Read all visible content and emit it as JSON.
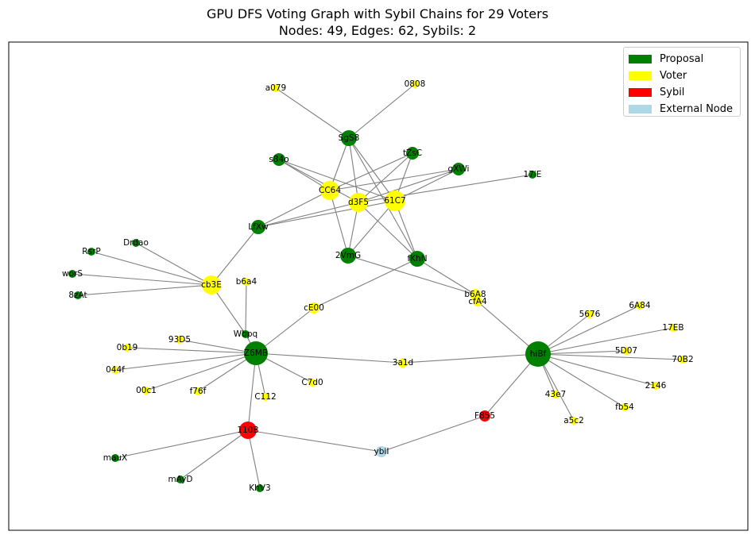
{
  "title": "GPU DFS Voting Graph with Sybil Chains for 29 Voters",
  "subtitle": "Nodes: 49, Edges: 62, Sybils: 2",
  "legend": [
    {
      "label": "Proposal",
      "color": "#008000"
    },
    {
      "label": "Voter",
      "color": "#ffff00"
    },
    {
      "label": "Sybil",
      "color": "#ff0000"
    },
    {
      "label": "External Node",
      "color": "#add8e6"
    }
  ],
  "colors": {
    "edge": "#808080",
    "proposal": "#008000",
    "voter": "#ffff00",
    "sybil": "#ff0000",
    "external": "#add8e6"
  },
  "graph": {
    "nodes": [
      {
        "id": "SgS8",
        "type": "proposal"
      },
      {
        "id": "a079",
        "type": "voter"
      },
      {
        "id": "0808",
        "type": "voter"
      },
      {
        "id": "s84o",
        "type": "proposal"
      },
      {
        "id": "tZsC",
        "type": "proposal"
      },
      {
        "id": "gXWi",
        "type": "proposal"
      },
      {
        "id": "17iE",
        "type": "proposal"
      },
      {
        "id": "CC64",
        "type": "voter"
      },
      {
        "id": "d3F5",
        "type": "voter"
      },
      {
        "id": "61C7",
        "type": "voter"
      },
      {
        "id": "LfXw",
        "type": "proposal"
      },
      {
        "id": "Drdao",
        "type": "proposal"
      },
      {
        "id": "RsrP",
        "type": "proposal"
      },
      {
        "id": "worS",
        "type": "proposal"
      },
      {
        "id": "8zAt",
        "type": "proposal"
      },
      {
        "id": "cb3E",
        "type": "voter"
      },
      {
        "id": "2VmG",
        "type": "proposal"
      },
      {
        "id": "fKhN",
        "type": "proposal"
      },
      {
        "id": "b6a4",
        "type": "voter"
      },
      {
        "id": "cE00",
        "type": "voter"
      },
      {
        "id": "b6A8",
        "type": "voter"
      },
      {
        "id": "cfA4",
        "type": "voter"
      },
      {
        "id": "Wbpq",
        "type": "proposal"
      },
      {
        "id": "93D5",
        "type": "voter"
      },
      {
        "id": "0b19",
        "type": "voter"
      },
      {
        "id": "044f",
        "type": "voter"
      },
      {
        "id": "00c1",
        "type": "voter"
      },
      {
        "id": "f76f",
        "type": "voter"
      },
      {
        "id": "C112",
        "type": "voter"
      },
      {
        "id": "C7d0",
        "type": "voter"
      },
      {
        "id": "Z6MB",
        "type": "proposal"
      },
      {
        "id": "3a1d",
        "type": "voter"
      },
      {
        "id": "hiBf",
        "type": "proposal"
      },
      {
        "id": "5676",
        "type": "voter"
      },
      {
        "id": "6A84",
        "type": "voter"
      },
      {
        "id": "17EB",
        "type": "voter"
      },
      {
        "id": "5D07",
        "type": "voter"
      },
      {
        "id": "70B2",
        "type": "voter"
      },
      {
        "id": "2146",
        "type": "voter"
      },
      {
        "id": "fb54",
        "type": "voter"
      },
      {
        "id": "43e7",
        "type": "voter"
      },
      {
        "id": "a5c2",
        "type": "voter"
      },
      {
        "id": "F855",
        "type": "sybil"
      },
      {
        "id": "110B",
        "type": "sybil"
      },
      {
        "id": "ybiI",
        "type": "external"
      },
      {
        "id": "mauX",
        "type": "proposal"
      },
      {
        "id": "mAyD",
        "type": "proposal"
      },
      {
        "id": "KhV3",
        "type": "proposal"
      }
    ],
    "edges": [
      [
        "a079",
        "SgS8"
      ],
      [
        "0808",
        "SgS8"
      ],
      [
        "SgS8",
        "CC64"
      ],
      [
        "SgS8",
        "d3F5"
      ],
      [
        "SgS8",
        "61C7"
      ],
      [
        "SgS8",
        "fKhN"
      ],
      [
        "s84o",
        "CC64"
      ],
      [
        "s84o",
        "d3F5"
      ],
      [
        "s84o",
        "61C7"
      ],
      [
        "tZsC",
        "CC64"
      ],
      [
        "tZsC",
        "d3F5"
      ],
      [
        "tZsC",
        "61C7"
      ],
      [
        "gXWi",
        "CC64"
      ],
      [
        "gXWi",
        "d3F5"
      ],
      [
        "gXWi",
        "61C7"
      ],
      [
        "17iE",
        "d3F5"
      ],
      [
        "LfXw",
        "CC64"
      ],
      [
        "LfXw",
        "d3F5"
      ],
      [
        "LfXw",
        "61C7"
      ],
      [
        "LfXw",
        "cb3E"
      ],
      [
        "2VmG",
        "CC64"
      ],
      [
        "2VmG",
        "d3F5"
      ],
      [
        "2VmG",
        "61C7"
      ],
      [
        "2VmG",
        "b6A8"
      ],
      [
        "fKhN",
        "61C7"
      ],
      [
        "fKhN",
        "d3F5"
      ],
      [
        "fKhN",
        "cE00"
      ],
      [
        "fKhN",
        "b6A8"
      ],
      [
        "Drdao",
        "cb3E"
      ],
      [
        "RsrP",
        "cb3E"
      ],
      [
        "worS",
        "cb3E"
      ],
      [
        "8zAt",
        "cb3E"
      ],
      [
        "cb3E",
        "Wbpq"
      ],
      [
        "b6a4",
        "Wbpq"
      ],
      [
        "Wbpq",
        "Z6MB"
      ],
      [
        "cE00",
        "Z6MB"
      ],
      [
        "93D5",
        "Z6MB"
      ],
      [
        "0b19",
        "Z6MB"
      ],
      [
        "044f",
        "Z6MB"
      ],
      [
        "00c1",
        "Z6MB"
      ],
      [
        "f76f",
        "Z6MB"
      ],
      [
        "C112",
        "Z6MB"
      ],
      [
        "C7d0",
        "Z6MB"
      ],
      [
        "Z6MB",
        "3a1d"
      ],
      [
        "3a1d",
        "hiBf"
      ],
      [
        "Z6MB",
        "110B"
      ],
      [
        "cfA4",
        "hiBf"
      ],
      [
        "5676",
        "hiBf"
      ],
      [
        "6A84",
        "hiBf"
      ],
      [
        "17EB",
        "hiBf"
      ],
      [
        "5D07",
        "hiBf"
      ],
      [
        "70B2",
        "hiBf"
      ],
      [
        "2146",
        "hiBf"
      ],
      [
        "fb54",
        "hiBf"
      ],
      [
        "43e7",
        "hiBf"
      ],
      [
        "a5c2",
        "hiBf"
      ],
      [
        "F855",
        "hiBf"
      ],
      [
        "F855",
        "ybiI"
      ],
      [
        "ybiI",
        "110B"
      ],
      [
        "110B",
        "mauX"
      ],
      [
        "110B",
        "mAyD"
      ],
      [
        "110B",
        "KhV3"
      ]
    ]
  }
}
